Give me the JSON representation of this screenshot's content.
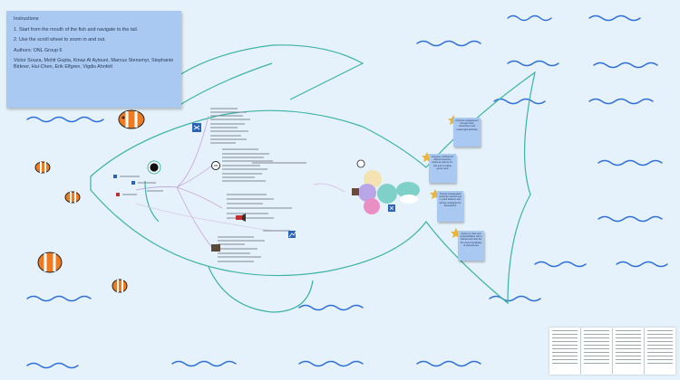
{
  "instructions": {
    "title": "Instructions",
    "step1": "1. Start from the mouth of the fish and navigate to the tail.",
    "step2": "2. Use the scroll wheel to zoom in and out.",
    "authors_label": "Authors: ONL Group 6",
    "authors": "Victor Souza, Mohit Gupta, Kinaz Al Aytouni, Marcus Stensmyr, Stephanie Birkner, Hui-Chen, Erik Elfgren, Vigdis Ahnfelt"
  },
  "notes": [
    {
      "text": "Optimise engagement through clear instructions and meaningful activities"
    },
    {
      "text": "Inclusive methods for different learning styles as well as on-site and on-stage group work"
    },
    {
      "text": "Choose pedagogical methods relevant and in good balance with activity strategies for discussions"
    },
    {
      "text": "Agree on roles and responsibilities with a shared and clear file for entire knowledge of experiences"
    }
  ],
  "colors": {
    "background": "#e6f2fb",
    "waves": "#2f6fd8",
    "fish_outline": "#3bb3a4",
    "sticky": "#a9c8f2",
    "star": "#e8b63a",
    "clownfish": "#f07a1e"
  },
  "icons": [
    "shuffle-icon",
    "chat-icon",
    "megaphone-icon",
    "group-icon",
    "chart-icon",
    "arrow-icon",
    "star-icon",
    "clownfish-icon"
  ]
}
